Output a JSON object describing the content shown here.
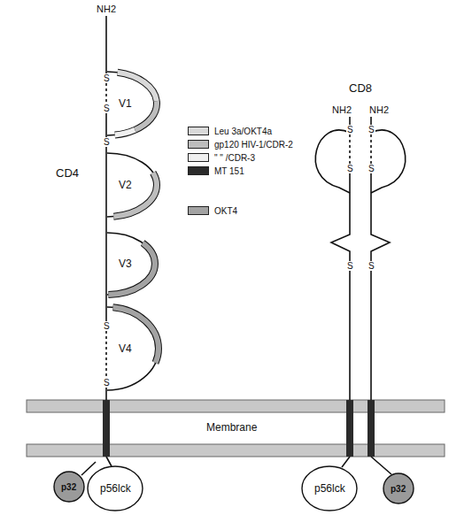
{
  "diagram": {
    "nodes": [
      {
        "text": [
          "V1"
        ]
      },
      {
        "text": [
          "V2"
        ]
      },
      {
        "text": [
          "V3"
        ]
      },
      {
        "text": [
          "V4"
        ]
      },
      {
        "text": [
          "p32"
        ]
      },
      {
        "text": [
          "p56lck"
        ]
      },
      {
        "text": [
          "p56lck"
        ]
      },
      {
        "text": [
          "p32"
        ]
      }
    ],
    "labels": [
      "NH2",
      "S",
      "S",
      "S",
      "CD4",
      "S",
      "S",
      "CD8",
      "NH2",
      "NH2",
      "S",
      "S",
      "S",
      "S",
      "S",
      "S",
      "Membrane"
    ],
    "legend": [
      {
        "text": "Leu 3a/OKT4a",
        "color": "#d9d9d9"
      },
      {
        "text": "gp120 HIV-1/CDR-2",
        "color": "#bdbdbd"
      },
      {
        "text": "\" \" /CDR-3",
        "color": "#f0f0f0"
      },
      {
        "text": "MT 151",
        "color": "#2b2b2b"
      },
      {
        "text": "OKT4",
        "color": "#a3a3a3"
      }
    ]
  }
}
